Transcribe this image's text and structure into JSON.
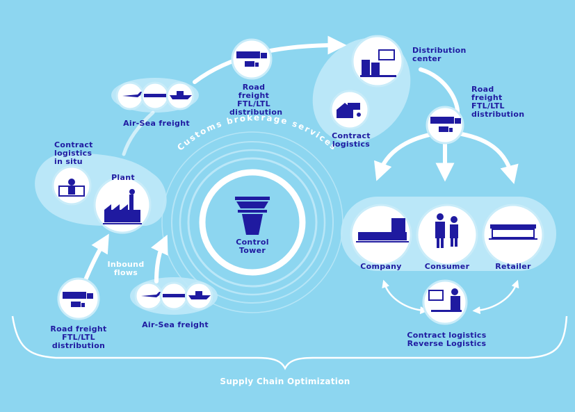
{
  "colors": {
    "background": "#8dd6f0",
    "accent": "#1f1aa0",
    "white": "#ffffff",
    "pale": "#bfe9f8"
  },
  "center": {
    "title": "Control\nTower",
    "arc_text": "Customs brokerage services"
  },
  "nodes": {
    "air_sea_top": {
      "label": "Air-Sea freight",
      "icons": [
        "airplane-icon",
        "train-icon",
        "ship-icon"
      ]
    },
    "road_top": {
      "label": "Road\nfreight\nFTL/LTL\ndistribution",
      "icons": [
        "truck-icon",
        "van-icon"
      ]
    },
    "distribution_center": {
      "label": "Distribution\ncenter",
      "icons": [
        "warehouse-icon"
      ]
    },
    "contract_logistics_top": {
      "label": "Contract\nlogistics",
      "icons": [
        "warehouse-truck-icon"
      ]
    },
    "road_right": {
      "label": "Road\nfreight\nFTL/LTL\ndistribution",
      "icons": [
        "truck-icon",
        "van-icon"
      ]
    },
    "contract_in_situ": {
      "label": "Contract\nlogistics\nin situ",
      "icons": [
        "worker-icon"
      ]
    },
    "plant": {
      "label": "Plant",
      "icons": [
        "factory-icon"
      ]
    },
    "inbound": {
      "label": "Inbound\nflows"
    },
    "road_bottom": {
      "label": "Road freight\nFTL/LTL\ndistribution",
      "icons": [
        "truck-icon",
        "van-icon"
      ]
    },
    "air_sea_bottom": {
      "label": "Air-Sea freight",
      "icons": [
        "airplane-icon",
        "train-icon",
        "ship-icon"
      ]
    },
    "company": {
      "label": "Company",
      "icons": [
        "building-icon"
      ]
    },
    "consumer": {
      "label": "Consumer",
      "icons": [
        "people-icon"
      ]
    },
    "retailer": {
      "label": "Retailer",
      "icons": [
        "shop-icon"
      ]
    },
    "contract_reverse": {
      "label": "Contract logistics\nReverse Logistics",
      "icons": [
        "computer-worker-icon"
      ]
    }
  },
  "footer": {
    "label": "Supply Chain Optimization"
  }
}
